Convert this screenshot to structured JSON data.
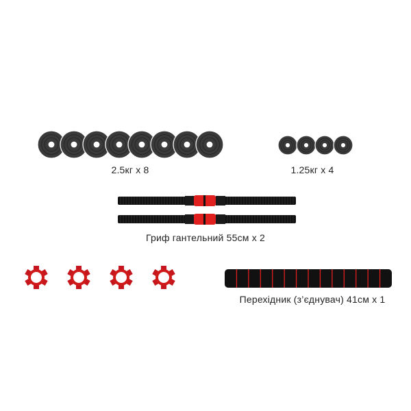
{
  "items": {
    "plates_large": {
      "label": "2.5кг x 8",
      "count": 8
    },
    "plates_small": {
      "label": "1.25кг x 4",
      "count": 4
    },
    "bars": {
      "label": "Гриф гантельний 55см x 2",
      "count": 2
    },
    "clips": {
      "count": 4
    },
    "connector": {
      "label": "Перехідник (з’єднувач) 41см x 1",
      "segments": 14
    }
  },
  "colors": {
    "plate": "#3a3a3a",
    "accent": "#e0201e",
    "black": "#111111"
  }
}
